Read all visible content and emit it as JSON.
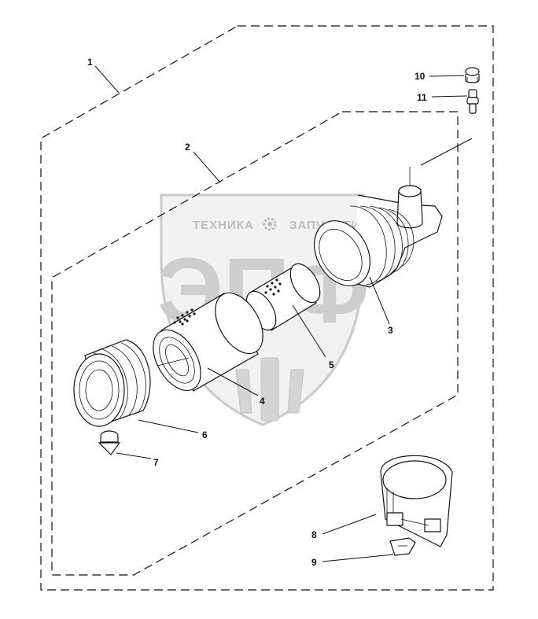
{
  "watermark": {
    "left_text": "ТЕХНИКА",
    "right_text": "ЗАПЧАСТИ",
    "logo_text": "ЭПФ",
    "gear_icon": "gear-icon",
    "wheat_icon": "wheat-icon"
  },
  "callouts": {
    "c1": "1",
    "c2": "2",
    "c3": "3",
    "c4": "4",
    "c5": "5",
    "c6": "6",
    "c7": "7",
    "c8": "8",
    "c9": "9",
    "c10": "10",
    "c11": "11"
  },
  "colors": {
    "line": "#111111",
    "watermark": "#c9c9c9",
    "background": "#ffffff"
  }
}
